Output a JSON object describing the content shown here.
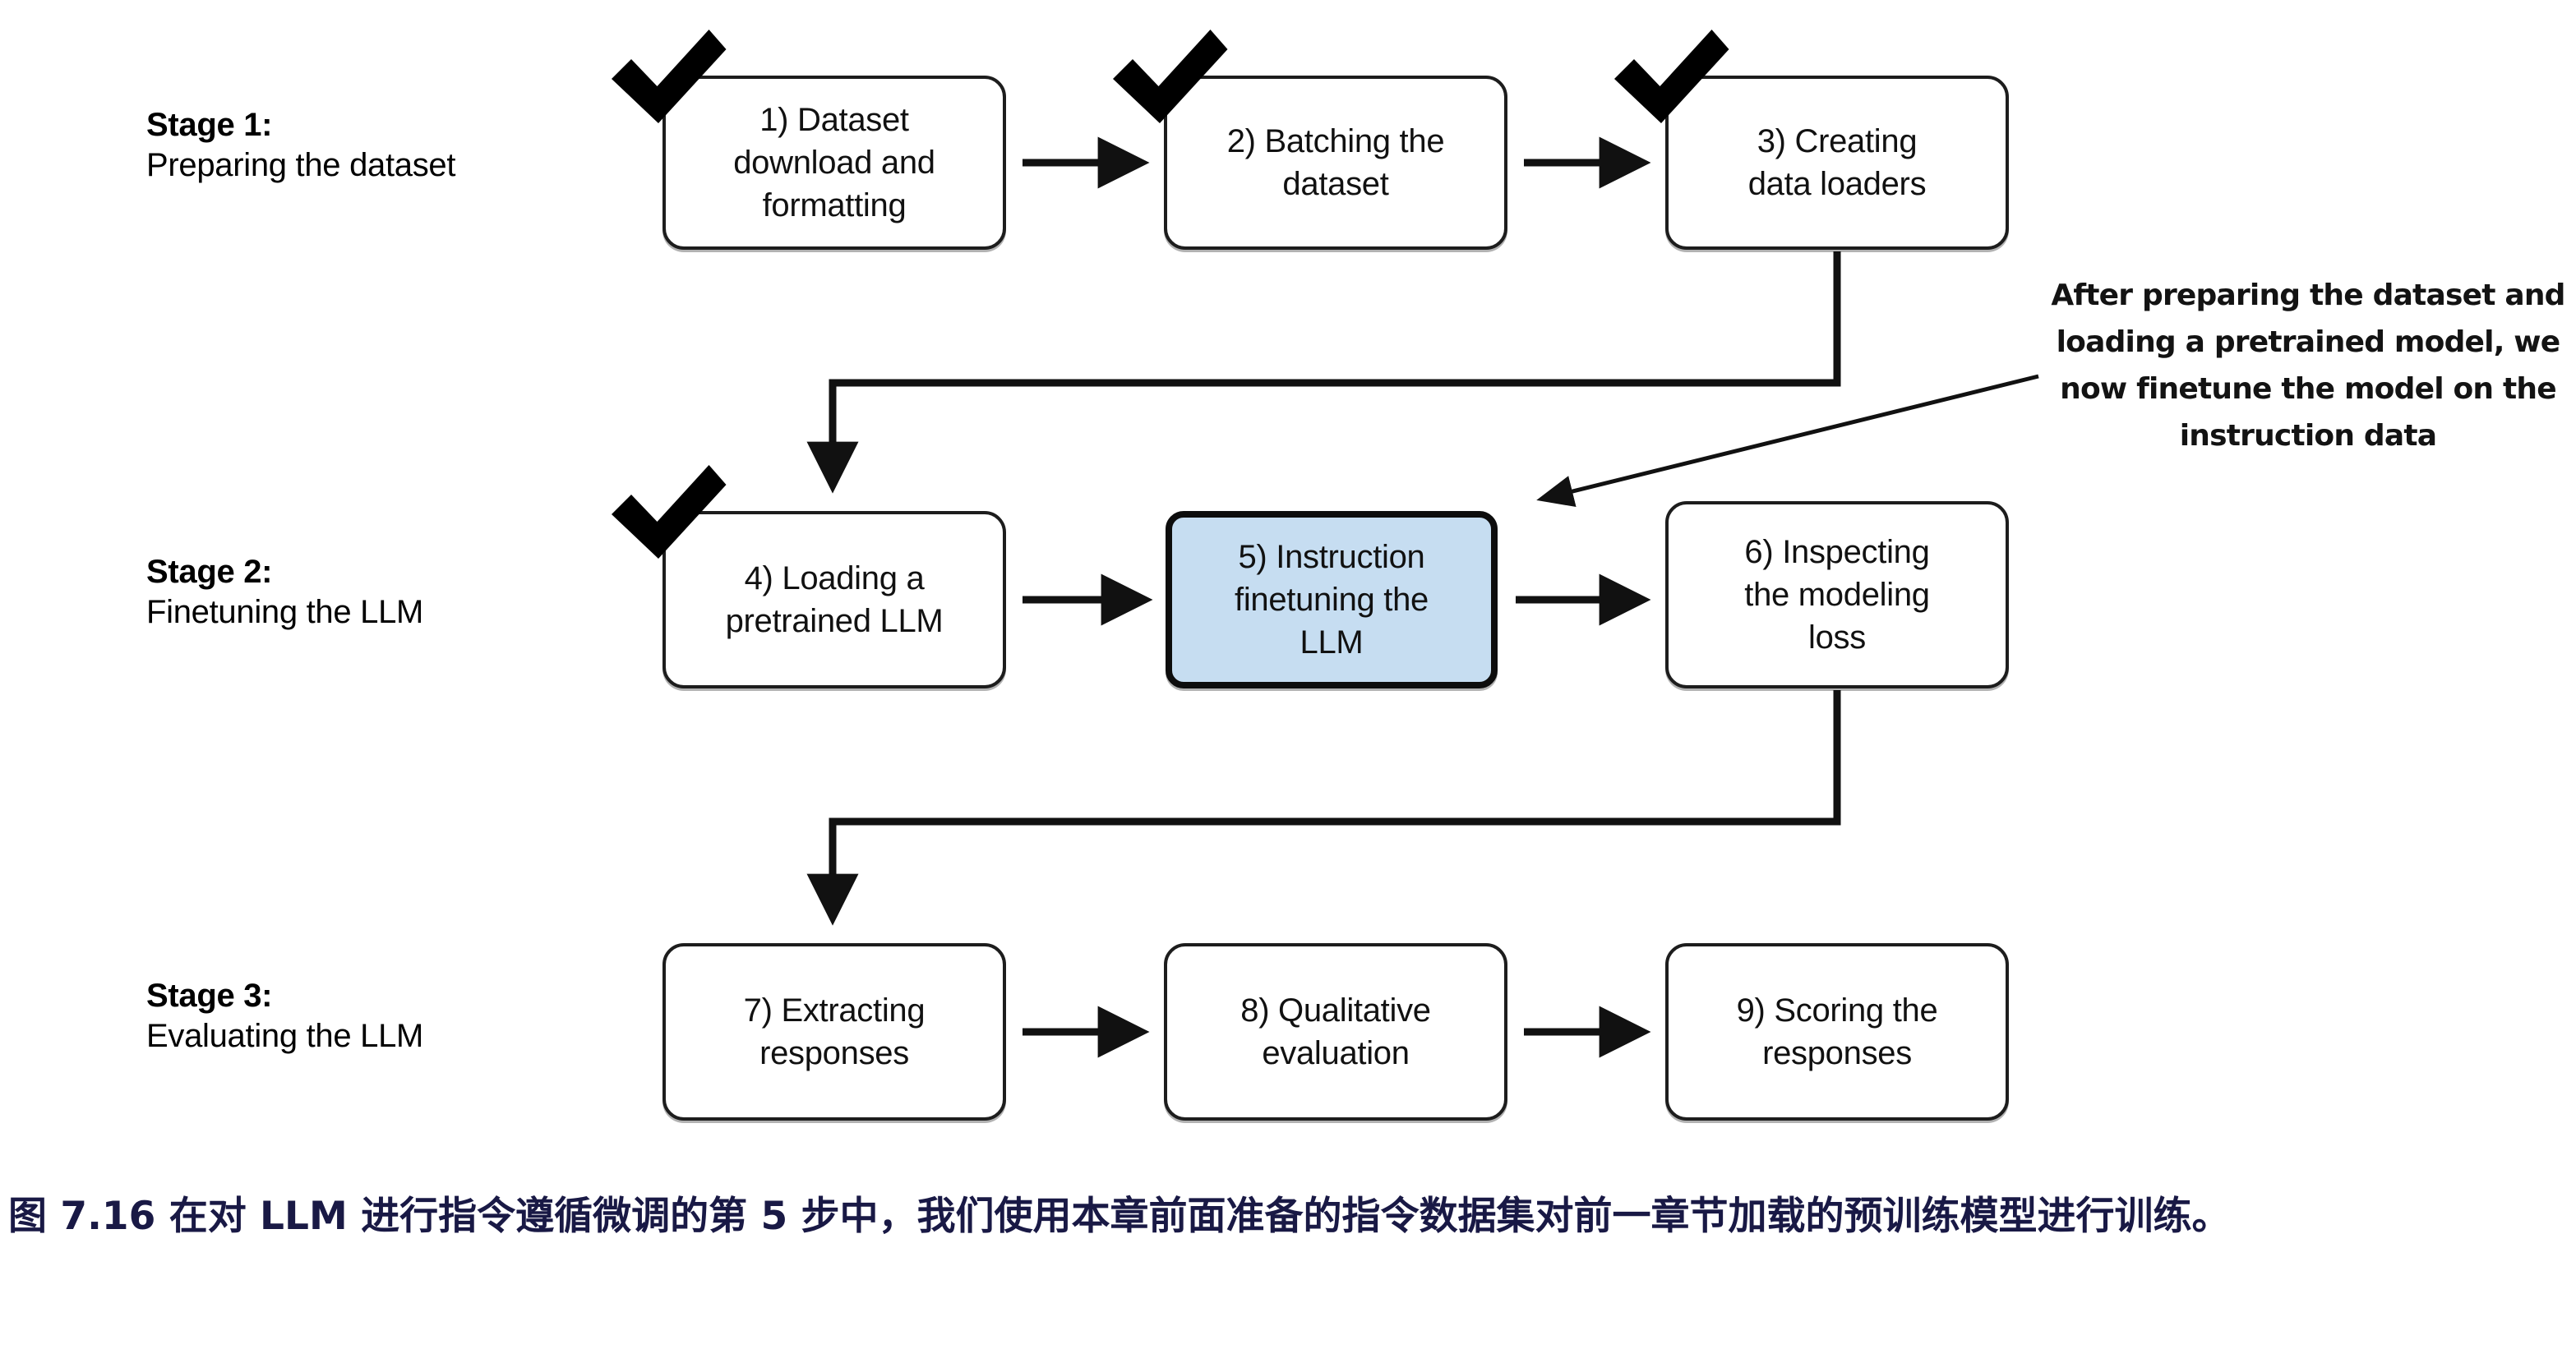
{
  "figure": {
    "title": "Instruction finetuning pipeline — 3 stages, 9 steps",
    "background_color": "#ffffff",
    "box_border_color": "#1d1d1d",
    "highlight_fill_color": "#c6ddf1",
    "caption_color": "#191945",
    "annotation_color": "#131313"
  },
  "stages": [
    {
      "id": "stage-1",
      "title": "Stage 1:",
      "subtitle": "Preparing the dataset"
    },
    {
      "id": "stage-2",
      "title": "Stage 2:",
      "subtitle": "Finetuning the LLM"
    },
    {
      "id": "stage-3",
      "title": "Stage 3:",
      "subtitle": "Evaluating the LLM"
    }
  ],
  "nodes": [
    {
      "id": "node-1",
      "label": "1) Dataset\ndownload and\nformatting",
      "stage": 1,
      "checked": true,
      "highlighted": false
    },
    {
      "id": "node-2",
      "label": "2) Batching the\ndataset",
      "stage": 1,
      "checked": true,
      "highlighted": false
    },
    {
      "id": "node-3",
      "label": "3) Creating\ndata loaders",
      "stage": 1,
      "checked": true,
      "highlighted": false
    },
    {
      "id": "node-4",
      "label": "4) Loading a\npretrained LLM",
      "stage": 2,
      "checked": true,
      "highlighted": false
    },
    {
      "id": "node-5",
      "label": "5) Instruction\nfinetuning the\nLLM",
      "stage": 2,
      "checked": false,
      "highlighted": true
    },
    {
      "id": "node-6",
      "label": "6) Inspecting\nthe modeling\nloss",
      "stage": 2,
      "checked": false,
      "highlighted": false
    },
    {
      "id": "node-7",
      "label": "7) Extracting\nresponses",
      "stage": 3,
      "checked": false,
      "highlighted": false
    },
    {
      "id": "node-8",
      "label": "8) Qualitative\nevaluation",
      "stage": 3,
      "checked": false,
      "highlighted": false
    },
    {
      "id": "node-9",
      "label": "9) Scoring the\nresponses",
      "stage": 3,
      "checked": false,
      "highlighted": false
    }
  ],
  "checkmarks": [
    {
      "id": "check-1",
      "for_node": "node-1",
      "icon": "checkmark-icon"
    },
    {
      "id": "check-2",
      "for_node": "node-2",
      "icon": "checkmark-icon"
    },
    {
      "id": "check-3",
      "for_node": "node-3",
      "icon": "checkmark-icon"
    },
    {
      "id": "check-4",
      "for_node": "node-4",
      "icon": "checkmark-icon"
    }
  ],
  "annotation": {
    "id": "annotation-note",
    "text": "After preparing the dataset and loading a pretrained model, we now finetune the model on the instruction data",
    "points_to": "node-5"
  },
  "caption": {
    "text": "图 7.16 在对 LLM 进行指令遵循微调的第 5 步中，我们使用本章前面准备的指令数据集对前一章节加载的预训练模型进行训练。"
  },
  "connections": [
    {
      "from": "node-1",
      "to": "node-2",
      "kind": "arrow-right"
    },
    {
      "from": "node-2",
      "to": "node-3",
      "kind": "arrow-right"
    },
    {
      "from": "node-3",
      "to": "node-4",
      "kind": "elbow-down-left"
    },
    {
      "from": "node-4",
      "to": "node-5",
      "kind": "arrow-right"
    },
    {
      "from": "node-5",
      "to": "node-6",
      "kind": "arrow-right"
    },
    {
      "from": "node-6",
      "to": "node-7",
      "kind": "elbow-down-left"
    },
    {
      "from": "node-7",
      "to": "node-8",
      "kind": "arrow-right"
    },
    {
      "from": "node-8",
      "to": "node-9",
      "kind": "arrow-right"
    }
  ]
}
